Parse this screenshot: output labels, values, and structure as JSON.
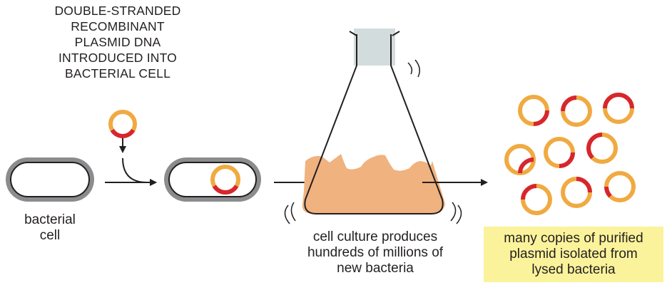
{
  "labels": {
    "plasmid_intro": [
      "DOUBLE-STRANDED",
      "RECOMBINANT",
      "PLASMID DNA",
      "INTRODUCED INTO",
      "BACTERIAL CELL"
    ],
    "bacterial_cell": [
      "bacterial",
      "cell"
    ],
    "culture": [
      "cell culture produces",
      "hundreds of millions of",
      "new bacteria"
    ],
    "purified": [
      "many copies of purified",
      "plasmid isolated from",
      "lysed bacteria"
    ]
  },
  "colors": {
    "cell_wall": "#8a8c8e",
    "cell_inner": "#ffffff",
    "plasmid_main": "#f0aa42",
    "plasmid_insert": "#d7262d",
    "culture": "#f0b27f",
    "flask_stopper": "#d3dcdc",
    "flask_outline": "#231f20",
    "caption_box": "#fbf39b"
  },
  "icons": [
    "bacterial-cell-icon",
    "plasmid-icon",
    "flask-icon",
    "arrow-icon"
  ]
}
